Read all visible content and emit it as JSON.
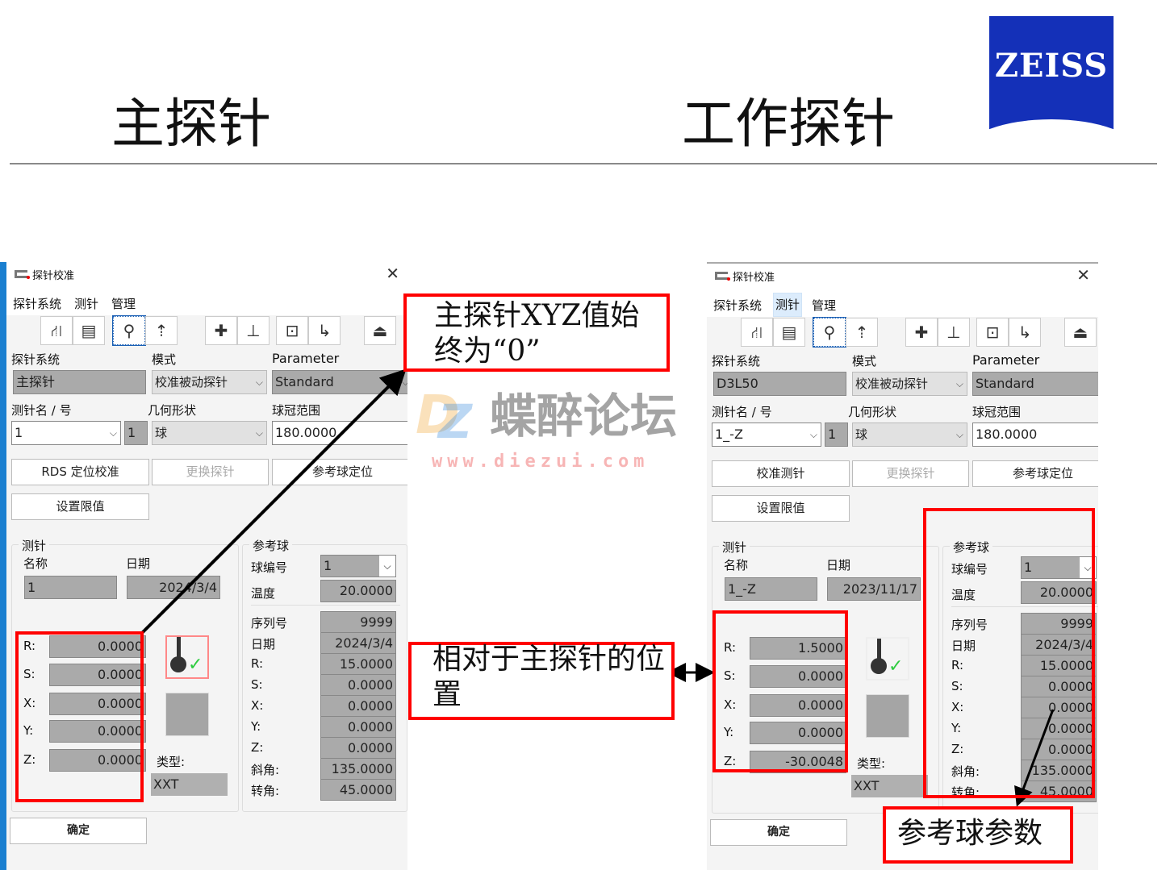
{
  "slide": {
    "title_left": "主探针",
    "title_right": "工作探针",
    "logo_text": "ZEISS"
  },
  "watermark": {
    "text": "蝶醉论坛",
    "url": "www.diezui.com"
  },
  "annotations": {
    "xyz_note": "主探针XYZ值始终为“0”",
    "relative_note": "相对于主探针的位置",
    "ref_ball_note": "参考球参数"
  },
  "dialog_left": {
    "title": "探针校准",
    "menu": [
      "探针系统",
      "测针",
      "管理"
    ],
    "menu_active": -1,
    "labels": {
      "probe_system": "探针系统",
      "mode": "模式",
      "parameter": "Parameter",
      "stylus_name": "测针名 / 号",
      "geometry": "几何形状",
      "crown_range": "球冠范围"
    },
    "probe_system": "主探针",
    "mode": "校准被动探针",
    "parameter": "Standard",
    "stylus_name": "1",
    "stylus_no": "1",
    "geometry": "球",
    "crown_range": "180.0000",
    "buttons": {
      "b1": "RDS 定位校准",
      "b2": "更换探针",
      "b3": "参考球定位",
      "limits": "设置限值",
      "ok": "确定"
    },
    "stylus": {
      "caption": "测针",
      "name_label": "名称",
      "date_label": "日期",
      "name": "1",
      "date": "2024/3/4",
      "rows": [
        {
          "k": "R:",
          "v": "0.0000"
        },
        {
          "k": "S:",
          "v": "0.0000"
        },
        {
          "k": "X:",
          "v": "0.0000"
        },
        {
          "k": "Y:",
          "v": "0.0000"
        },
        {
          "k": "Z:",
          "v": "0.0000"
        }
      ],
      "type_label": "类型:",
      "type": "XXT"
    },
    "ref_ball": {
      "caption": "参考球",
      "ball_no_label": "球编号",
      "ball_no": "1",
      "temp_label": "温度",
      "temp": "20.0000",
      "rows": [
        {
          "k": "序列号",
          "v": "9999"
        },
        {
          "k": "日期",
          "v": "2024/3/4"
        },
        {
          "k": "R:",
          "v": "15.0000"
        },
        {
          "k": "S:",
          "v": "0.0000"
        },
        {
          "k": "X:",
          "v": "0.0000"
        },
        {
          "k": "Y:",
          "v": "0.0000"
        },
        {
          "k": "Z:",
          "v": "0.0000"
        },
        {
          "k": "斜角:",
          "v": "135.0000"
        },
        {
          "k": "转角:",
          "v": "45.0000"
        }
      ]
    }
  },
  "dialog_right": {
    "title": "探针校准",
    "menu": [
      "探针系统",
      "测针",
      "管理"
    ],
    "menu_active": 1,
    "labels": {
      "probe_system": "探针系统",
      "mode": "模式",
      "parameter": "Parameter",
      "stylus_name": "测针名 / 号",
      "geometry": "几何形状",
      "crown_range": "球冠范围"
    },
    "probe_system": "D3L50",
    "mode": "校准被动探针",
    "parameter": "Standard",
    "stylus_name": "1_-Z",
    "stylus_no": "1",
    "geometry": "球",
    "crown_range": "180.0000",
    "buttons": {
      "b1": "校准测针",
      "b2": "更换探针",
      "b3": "参考球定位",
      "limits": "设置限值",
      "ok": "确定"
    },
    "stylus": {
      "caption": "测针",
      "name_label": "名称",
      "date_label": "日期",
      "name": "1_-Z",
      "date": "2023/11/17",
      "rows": [
        {
          "k": "R:",
          "v": "1.5000"
        },
        {
          "k": "S:",
          "v": "0.0000"
        },
        {
          "k": "X:",
          "v": "0.0000"
        },
        {
          "k": "Y:",
          "v": "0.0000"
        },
        {
          "k": "Z:",
          "v": "-30.0048"
        }
      ],
      "type_label": "类型:",
      "type": "XXT"
    },
    "ref_ball": {
      "caption": "参考球",
      "ball_no_label": "球编号",
      "ball_no": "1",
      "temp_label": "温度",
      "temp": "20.0000",
      "rows": [
        {
          "k": "序列号",
          "v": "9999"
        },
        {
          "k": "日期",
          "v": "2024/3/4"
        },
        {
          "k": "R:",
          "v": "15.0000"
        },
        {
          "k": "S:",
          "v": "0.0000"
        },
        {
          "k": "X:",
          "v": "0.0000"
        },
        {
          "k": "Y:",
          "v": "0.0000"
        },
        {
          "k": "Z:",
          "v": "0.0000"
        },
        {
          "k": "斜角:",
          "v": "135.0000"
        },
        {
          "k": "转角:",
          "v": "45.0000"
        }
      ]
    }
  },
  "colors": {
    "annotation_red": "#ff0000",
    "logo_blue": "#1430b8",
    "field_gray": "#aaaaaa",
    "check_green": "#2ecc40"
  }
}
